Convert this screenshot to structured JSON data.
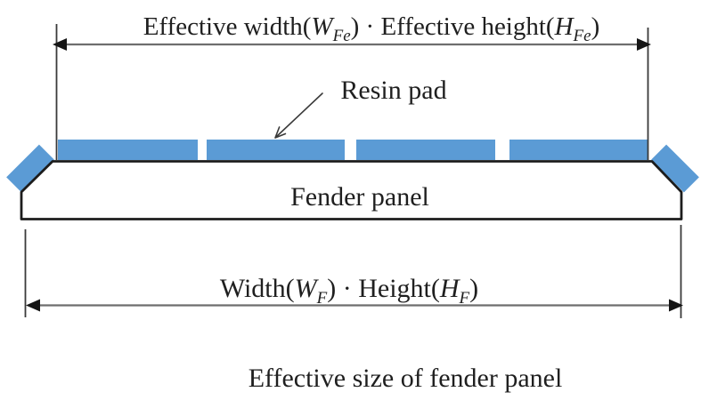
{
  "caption": "Effective size of fender panel",
  "labels": {
    "resin_pad": "Resin pad",
    "fender_panel": "Fender panel"
  },
  "dimensions": {
    "top": {
      "pre": "Effective width(",
      "sym1": "W",
      "sub1": "Fe",
      "mid": ") · Effective height(",
      "sym2": "H",
      "sub2": "Fe",
      "post": ")"
    },
    "bottom": {
      "pre": "Width(",
      "sym1": "W",
      "sub1": "F",
      "mid": ") · Height(",
      "sym2": "H",
      "sub2": "F",
      "post": ")"
    }
  },
  "counts": {
    "resin_pads_on_panel": 4,
    "corner_pads": 2
  },
  "colors": {
    "pad_blue": "#5B9BD5"
  }
}
